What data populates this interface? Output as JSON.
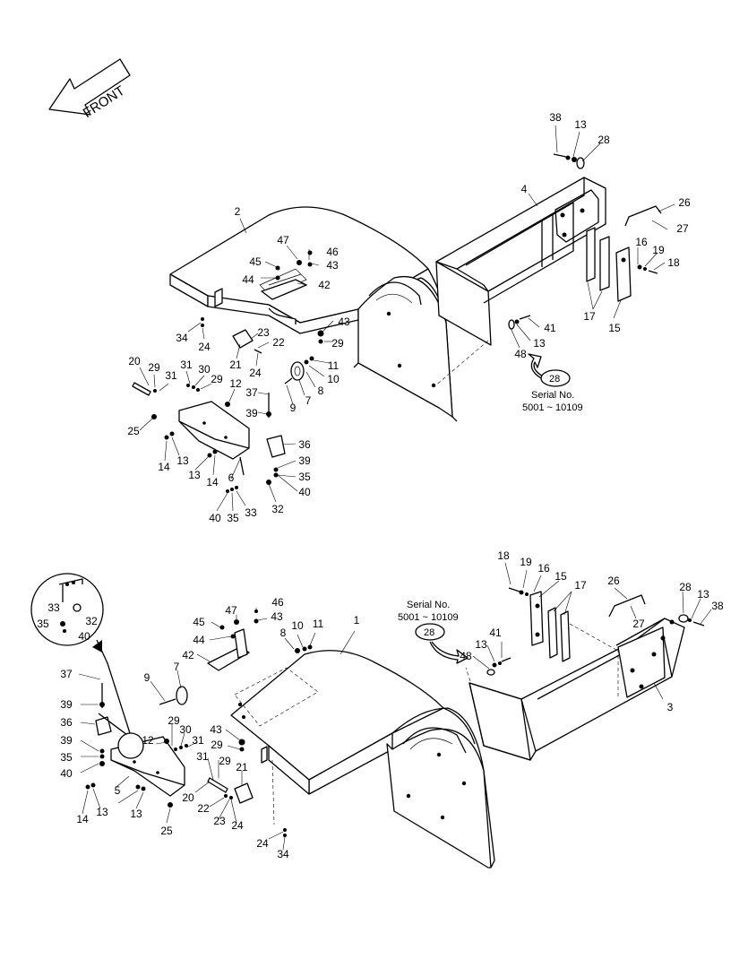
{
  "front_label": "FRONT",
  "top_assembly": {
    "labels": [
      "2",
      "4",
      "38",
      "13",
      "28",
      "26",
      "27",
      "16",
      "19",
      "18",
      "17",
      "15",
      "41",
      "13",
      "48",
      "47",
      "46",
      "45",
      "43",
      "44",
      "42",
      "43",
      "34",
      "24",
      "29",
      "23",
      "22",
      "21",
      "24",
      "11",
      "10",
      "8",
      "7",
      "9",
      "20",
      "29",
      "31",
      "31",
      "30",
      "29",
      "12",
      "37",
      "39",
      "25",
      "14",
      "13",
      "13",
      "14",
      "36",
      "39",
      "35",
      "6",
      "40",
      "32",
      "40",
      "35",
      "33"
    ],
    "serial_tag": "28",
    "serial_text": "Serial No.",
    "serial_range": "5001 ~ 10109"
  },
  "bottom_assembly": {
    "labels": [
      "18",
      "19",
      "16",
      "15",
      "17",
      "26",
      "27",
      "28",
      "13",
      "38",
      "3",
      "1",
      "41",
      "13",
      "48",
      "8",
      "10",
      "11",
      "46",
      "47",
      "43",
      "45",
      "44",
      "42",
      "7",
      "9",
      "37",
      "39",
      "36",
      "39",
      "35",
      "40",
      "5",
      "14",
      "13",
      "13",
      "25",
      "29",
      "12",
      "30",
      "31",
      "29",
      "43",
      "31",
      "29",
      "21",
      "20",
      "22",
      "23",
      "24",
      "24",
      "34",
      "33",
      "35",
      "32",
      "40"
    ],
    "serial_tag": "28",
    "serial_text": "Serial No.",
    "serial_range": "5001 ~ 10109"
  }
}
